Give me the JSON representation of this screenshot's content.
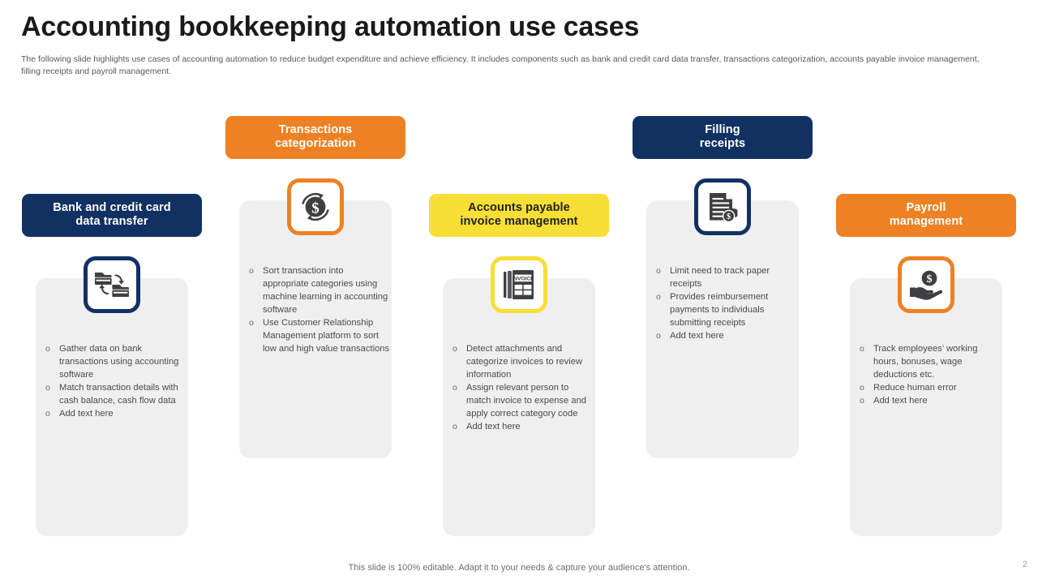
{
  "slide": {
    "title": "Accounting bookkeeping automation use cases",
    "subtitle": "The following slide highlights use cases of accounting automation to reduce budget expenditure and achieve efficiency.  It includes components such as bank and credit card data transfer, transactions categorization, accounts payable invoice management, filling receipts and payroll management.",
    "footer_note": "This slide is 100% editable. Adapt it to your needs & capture your audience's attention.",
    "page_number": "2"
  },
  "colors": {
    "navy": "#123163",
    "orange": "#ED8123",
    "yellow": "#F7DF36",
    "panel_grey": "#efefef",
    "body_text": "#4b4b4d",
    "title_text": "#1a1a1a"
  },
  "columns": [
    {
      "id": "bank-and-credit-card-data-transfer",
      "header": "Bank and credit card\ndata transfer",
      "header_line1": "Bank and credit card",
      "header_line2": "data transfer",
      "accent": "navy",
      "icon": "folder-transfer-icon",
      "bullets": [
        "Gather data on bank transactions using accounting software",
        "Match transaction details with cash balance, cash flow data",
        "Add text here"
      ]
    },
    {
      "id": "transactions-categorization",
      "header": "Transactions\ncategorization",
      "header_line1": "Transactions",
      "header_line2": "categorization",
      "accent": "orange",
      "icon": "dollar-circular-arrows-icon",
      "bullets": [
        "Sort transaction into appropriate  categories using machine learning in accounting software",
        "Use Customer Relationship Management  platform to sort low and high value transactions"
      ]
    },
    {
      "id": "accounts-payable-invoice-management",
      "header": "Accounts payable\ninvoice management",
      "header_line1": "Accounts payable",
      "header_line2": "invoice management",
      "accent": "yellow",
      "icon": "invoice-document-icon",
      "icon_label": "INVOICE",
      "bullets": [
        "Detect attachments and categorize invoices to review  information",
        "Assign relevant  person to match invoice  to expense and apply correct category code",
        "Add text here"
      ]
    },
    {
      "id": "filling-receipts",
      "header": "Filling\nreceipts",
      "header_line1": "Filling",
      "header_line2": "receipts",
      "accent": "navy",
      "icon": "receipt-with-coins-icon",
      "bullets": [
        "Limit need to track paper receipts",
        "Provides  reimbursement payments to individuals submitting receipts",
        "Add text here"
      ]
    },
    {
      "id": "payroll-management",
      "header": "Payroll\nmanagement",
      "header_line1": "Payroll",
      "header_line2": "management",
      "accent": "orange",
      "icon": "hand-holding-coin-icon",
      "bullets": [
        "Track employees’ working hours, bonuses, wage deductions etc.",
        "Reduce human error",
        "Add text here"
      ]
    }
  ]
}
